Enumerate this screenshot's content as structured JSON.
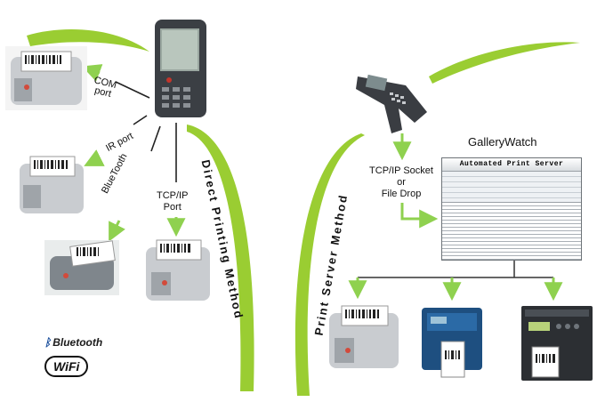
{
  "colors": {
    "accent_green": "#9acd32",
    "arrow_green": "#8fd14f",
    "ink": "#111111"
  },
  "direct_side": {
    "method_label": "Direct Printing Method",
    "com_label": "COM\nport",
    "ir_label": "IR port",
    "bluetooth_label": "BlueTooth",
    "tcpip_label": "TCP/IP\nPort",
    "logos": {
      "bluetooth": "Bluetooth",
      "wifi": "WiFi"
    }
  },
  "server_side": {
    "method_label": "Print Server Method",
    "product_name": "GalleryWatch",
    "window_title": "Automated Print Server",
    "connection_label": "TCP/IP Socket\nor\nFile Drop"
  },
  "icons": [
    "handheld-pda-icon",
    "scanner-gun-icon",
    "mobile-printer-icon",
    "desktop-printer-icon",
    "industrial-printer-icon",
    "bluetooth-logo-icon",
    "wifi-logo-icon"
  ]
}
